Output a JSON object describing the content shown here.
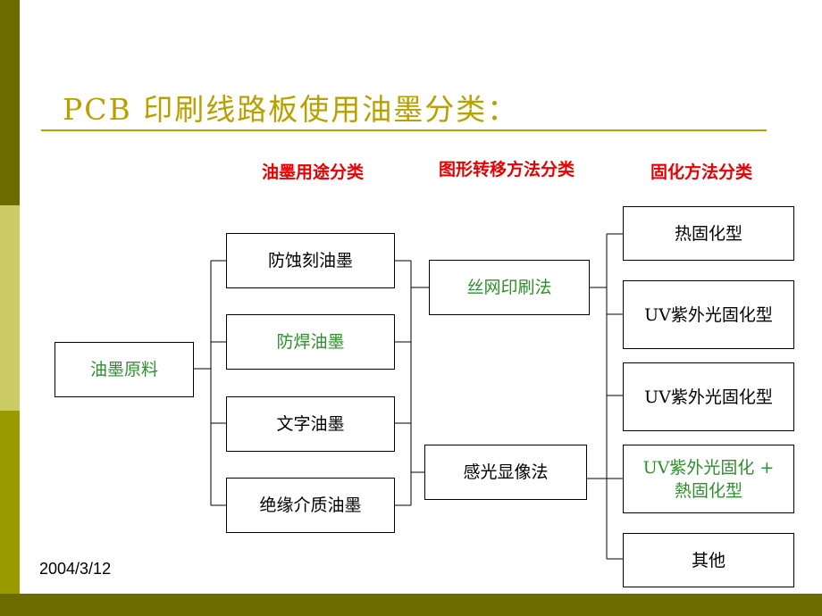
{
  "title": "PCB 印刷线路板使用油墨分类：",
  "headers": {
    "usage": "油墨用途分类",
    "transfer": "图形转移方法分类",
    "curing": "固化方法分类"
  },
  "root": "油墨原料",
  "usage_items": [
    "防蚀刻油墨",
    "防焊油墨",
    "文字油墨",
    "绝缘介质油墨"
  ],
  "transfer_items": [
    "丝网印刷法",
    "感光显像法"
  ],
  "curing_items": [
    "热固化型",
    "UV紫外光固化型",
    "UV紫外光固化型",
    "UV紫外光固化 + 熱固化型",
    "其他"
  ],
  "date": "2004/3/12",
  "colors": {
    "title": "#b8a000",
    "header": "#e60000",
    "green_text": "#2f8f2f",
    "sidebar_dark": "#6b6b00",
    "sidebar_light": "#cccc66",
    "sidebar_mid": "#999900"
  }
}
